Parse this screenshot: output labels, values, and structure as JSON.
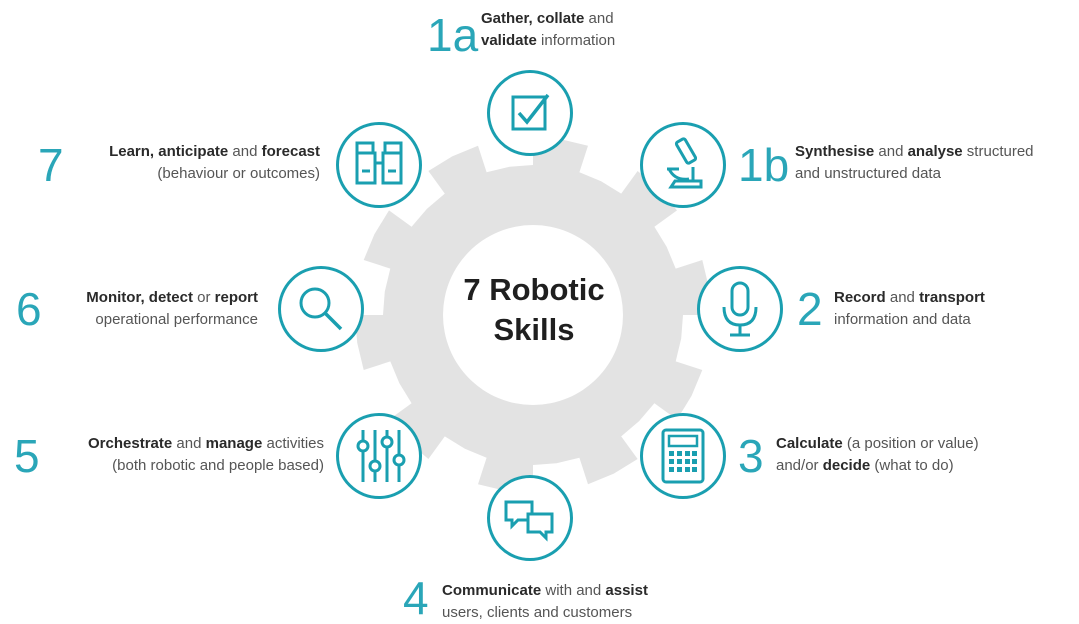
{
  "center": {
    "line1": "7 Robotic",
    "line2": "Skills"
  },
  "colors": {
    "accent": "#1a9fb0",
    "gear": "#e3e3e3",
    "text": "#555555"
  },
  "skills": [
    {
      "num": "1a",
      "icon": "checkbox-icon",
      "l1": [
        {
          "t": "Gather, collate",
          "b": true
        },
        {
          "t": " and",
          "b": false
        }
      ],
      "l2": [
        {
          "t": "validate",
          "b": true
        },
        {
          "t": " information",
          "b": false
        }
      ]
    },
    {
      "num": "1b",
      "icon": "microscope-icon",
      "l1": [
        {
          "t": "Synthesise",
          "b": true
        },
        {
          "t": " and ",
          "b": false
        },
        {
          "t": "analyse",
          "b": true
        },
        {
          "t": " structured",
          "b": false
        }
      ],
      "l2": [
        {
          "t": "and unstructured data",
          "b": false
        }
      ]
    },
    {
      "num": "2",
      "icon": "microphone-icon",
      "l1": [
        {
          "t": "Record",
          "b": true
        },
        {
          "t": " and ",
          "b": false
        },
        {
          "t": "transport",
          "b": true
        }
      ],
      "l2": [
        {
          "t": "information and data",
          "b": false
        }
      ]
    },
    {
      "num": "3",
      "icon": "calculator-icon",
      "l1": [
        {
          "t": "Calculate",
          "b": true
        },
        {
          "t": " (a position or value)",
          "b": false
        }
      ],
      "l2": [
        {
          "t": "and/or ",
          "b": false
        },
        {
          "t": "decide",
          "b": true
        },
        {
          "t": " (what to do)",
          "b": false
        }
      ]
    },
    {
      "num": "4",
      "icon": "chat-bubbles-icon",
      "l1": [
        {
          "t": "Communicate",
          "b": true
        },
        {
          "t": " with and ",
          "b": false
        },
        {
          "t": "assist",
          "b": true
        }
      ],
      "l2": [
        {
          "t": "users, clients and customers",
          "b": false
        }
      ]
    },
    {
      "num": "5",
      "icon": "sliders-icon",
      "l1": [
        {
          "t": "Orchestrate",
          "b": true
        },
        {
          "t": " and ",
          "b": false
        },
        {
          "t": "manage",
          "b": true
        },
        {
          "t": " activities",
          "b": false
        }
      ],
      "l2": [
        {
          "t": "(both robotic and people based)",
          "b": false
        }
      ]
    },
    {
      "num": "6",
      "icon": "magnifier-icon",
      "l1": [
        {
          "t": "Monitor, detect",
          "b": true
        },
        {
          "t": " or ",
          "b": false
        },
        {
          "t": "report",
          "b": true
        }
      ],
      "l2": [
        {
          "t": "operational performance",
          "b": false
        }
      ]
    },
    {
      "num": "7",
      "icon": "binoculars-icon",
      "l1": [
        {
          "t": "Learn, anticipate",
          "b": true
        },
        {
          "t": " and ",
          "b": false
        },
        {
          "t": "forecast",
          "b": true
        }
      ],
      "l2": [
        {
          "t": "(behaviour or outcomes)",
          "b": false
        }
      ]
    }
  ]
}
